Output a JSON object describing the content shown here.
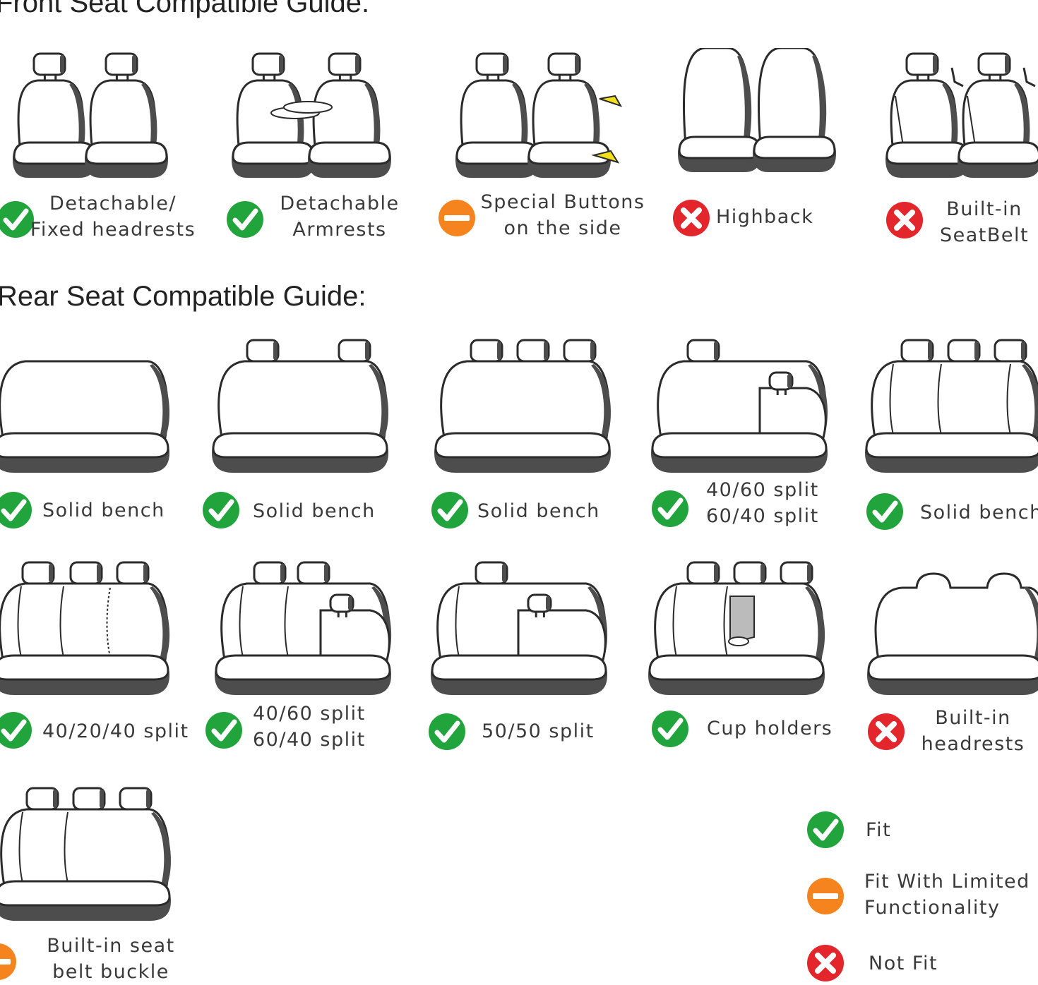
{
  "front": {
    "title": "Front Seat Compatible Guide:",
    "items": [
      {
        "status": "fit",
        "seat": "two-seats-headrests",
        "lines": [
          "Detachable/",
          "Fixed headrests"
        ]
      },
      {
        "status": "fit",
        "seat": "two-seats-armrest",
        "lines": [
          "Detachable",
          "Armrests"
        ]
      },
      {
        "status": "limited",
        "seat": "two-seats-side-buttons",
        "lines": [
          "Special Buttons",
          "on the side"
        ]
      },
      {
        "status": "notfit",
        "seat": "two-highback-seats",
        "lines": [
          "Highback"
        ]
      },
      {
        "status": "notfit",
        "seat": "two-seats-builtin-belt",
        "lines": [
          "Built-in",
          "SeatBelt"
        ]
      }
    ]
  },
  "rear": {
    "title": "Rear Seat Compatible Guide:",
    "items": [
      {
        "status": "fit",
        "seat": "bench-no-headrests",
        "lines": [
          "Solid bench"
        ]
      },
      {
        "status": "fit",
        "seat": "bench-two-headrests",
        "lines": [
          "Solid bench"
        ]
      },
      {
        "status": "fit",
        "seat": "bench-three-headrests",
        "lines": [
          "Solid bench"
        ]
      },
      {
        "status": "fit",
        "seat": "bench-split-one-headrest",
        "lines": [
          "40/60 split",
          "60/40 split"
        ]
      },
      {
        "status": "fit",
        "seat": "bench-three-headrests-stitched",
        "lines": [
          "Solid bench"
        ]
      },
      {
        "status": "fit",
        "seat": "bench-40-20-40",
        "lines": [
          "40/20/40 split"
        ]
      },
      {
        "status": "fit",
        "seat": "bench-40-60",
        "lines": [
          "40/60 split",
          "60/40 split"
        ]
      },
      {
        "status": "fit",
        "seat": "bench-50-50",
        "lines": [
          "50/50 split"
        ]
      },
      {
        "status": "fit",
        "seat": "bench-cup-holders",
        "lines": [
          "Cup holders"
        ]
      },
      {
        "status": "notfit",
        "seat": "bench-builtin-headrests",
        "lines": [
          "Built-in",
          "headrests"
        ]
      },
      {
        "status": "limited",
        "seat": "bench-belt-buckle",
        "lines": [
          "Built-in seat",
          "belt buckle"
        ]
      }
    ]
  },
  "legend": [
    {
      "status": "fit",
      "label": "Fit"
    },
    {
      "status": "limited",
      "label": "Fit With Limited\nFunctionality"
    },
    {
      "status": "notfit",
      "label": "Not Fit"
    }
  ],
  "colors": {
    "fit": "#22a43c",
    "limited": "#f5841f",
    "notfit": "#e3262b",
    "outline": "#2b2b2b",
    "shade": "#4d4d4d"
  },
  "icons": {
    "fit": "check-icon",
    "limited": "minus-icon",
    "notfit": "cross-icon"
  }
}
